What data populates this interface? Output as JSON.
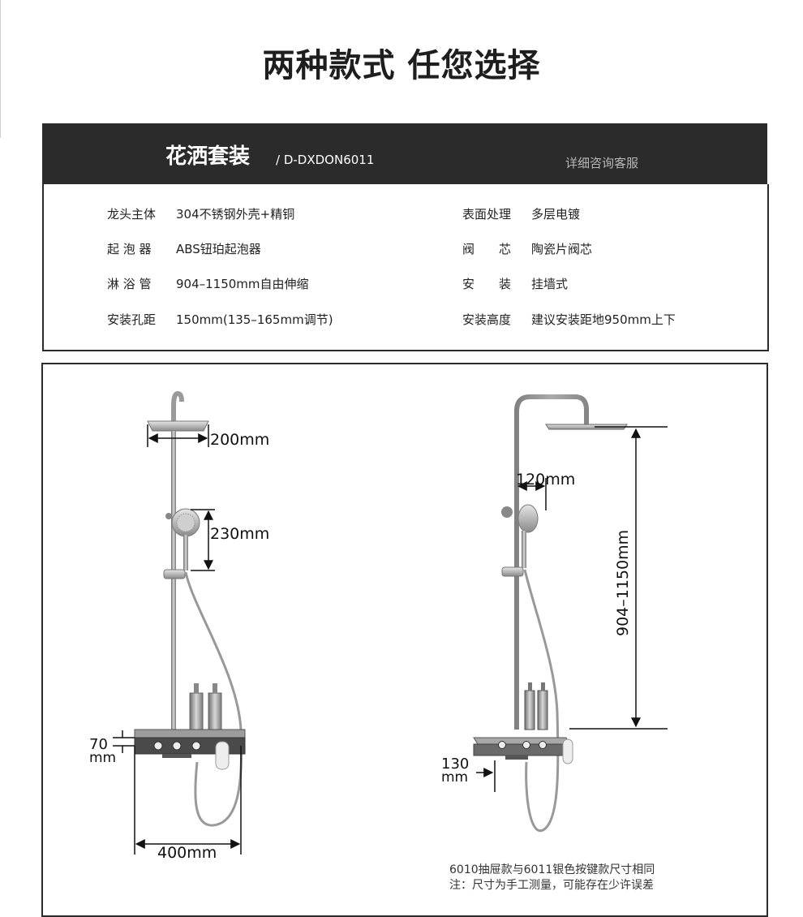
{
  "title": "两种款式 任您选择",
  "header": {
    "product_name": "花洒套装",
    "model": "/ D-DXDON6011",
    "service": "详细咨询客服"
  },
  "specs": {
    "left": [
      {
        "label": "龙头主体",
        "value": "304不锈钢外壳+精铜"
      },
      {
        "label": "起 泡 器",
        "value": "ABS钮珀起泡器"
      },
      {
        "label": "淋 浴 管",
        "value": "904–1150mm自由伸缩"
      },
      {
        "label": "安装孔距",
        "value": "150mm(135–165mm调节)"
      }
    ],
    "right": [
      {
        "label": "表面处理",
        "value": "多层电镀"
      },
      {
        "label": "阀　　芯",
        "value": "陶瓷片阀芯"
      },
      {
        "label": "安　　装",
        "value": "挂墙式"
      },
      {
        "label": "安装高度",
        "value": "建议安装距地950mm上下"
      }
    ]
  },
  "dimensions": {
    "head_width": "200mm",
    "handshower_height": "230mm",
    "shelf_height_num": "70",
    "shelf_height_unit": "mm",
    "shelf_width": "400mm",
    "arm_offset": "120mm",
    "rail_range": "904–1150mm",
    "wall_depth_num": "130",
    "wall_depth_unit": "mm"
  },
  "notes": {
    "line1": "6010抽屉款与6011银色按键款尺寸相同",
    "line2": "注：尺寸为手工测量，可能存在少许误差"
  }
}
